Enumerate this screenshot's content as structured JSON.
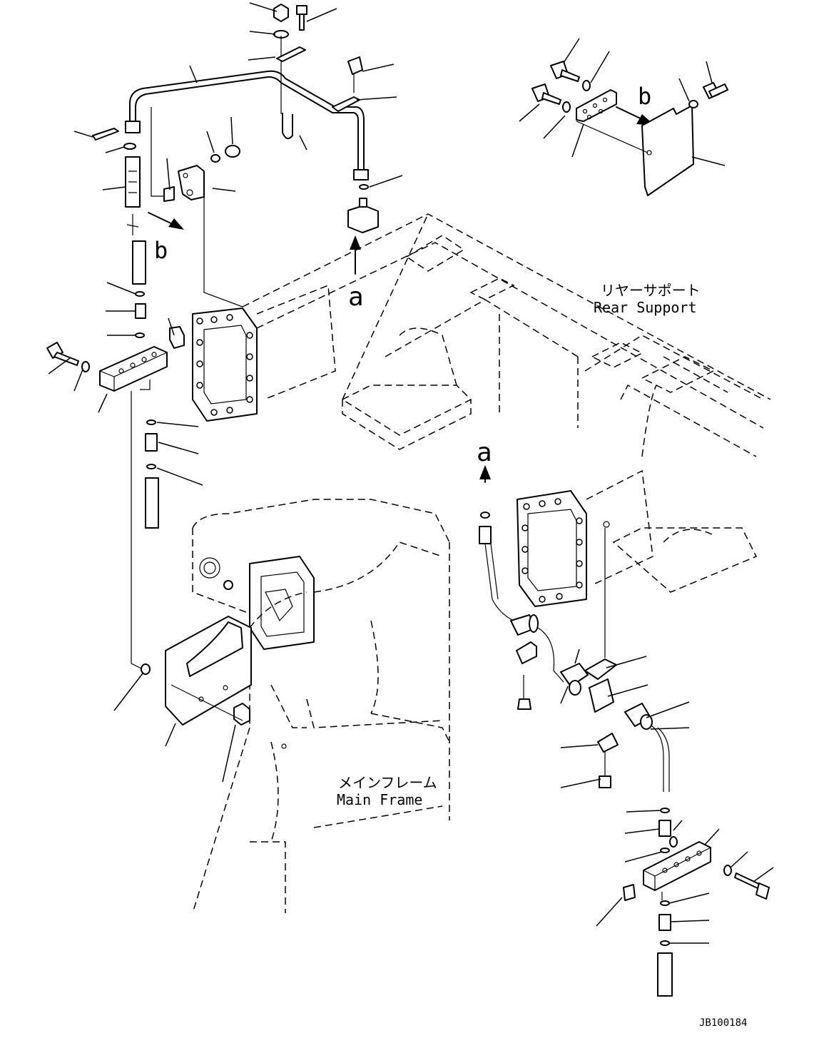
{
  "diagram": {
    "labels": {
      "rear_support_jp": "リヤーサポート",
      "rear_support_en": "Rear Support",
      "main_frame_jp": "メインフレーム",
      "main_frame_en": "Main Frame",
      "view_a_top": "a",
      "view_a_right": "a",
      "view_b_left": "b",
      "view_b_right": "b",
      "drawing_number": "JB100184"
    }
  }
}
